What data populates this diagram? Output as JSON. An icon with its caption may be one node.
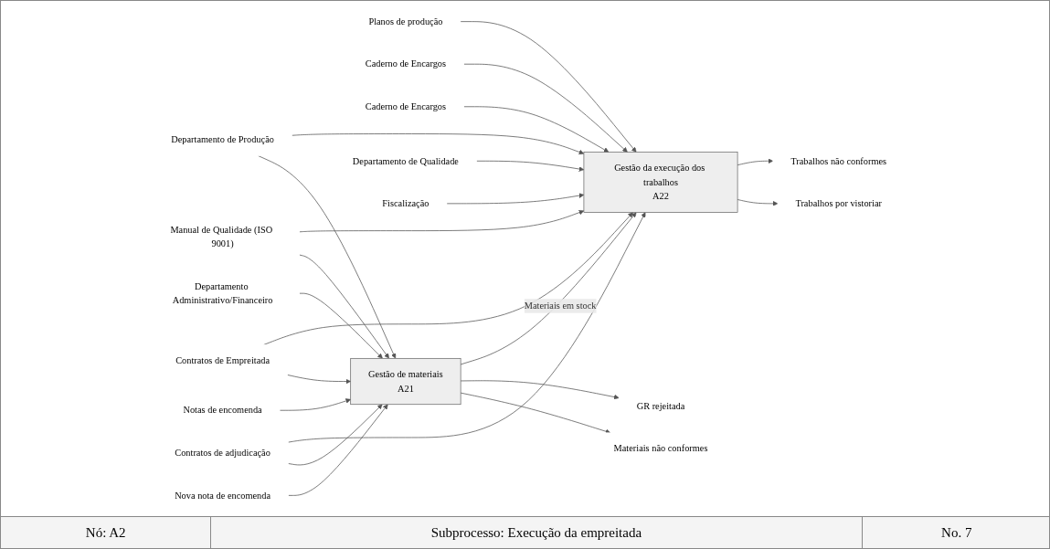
{
  "diagram": {
    "nodes": [
      {
        "text": [
          "Nova nota de encomenda"
        ]
      },
      {
        "text": [
          "Notas de encomenda"
        ]
      },
      {
        "text": [
          "Contratos de adjudicação"
        ]
      },
      {
        "text": [
          "Planos de produção"
        ]
      },
      {
        "text": [
          "Caderno de Encargos"
        ]
      },
      {
        "text": [
          "Contratos de Empreitada"
        ]
      },
      {
        "text": [
          "Manual de Qualidade (ISO 9001)"
        ]
      },
      {
        "text": [
          "Caderno de Encargos"
        ]
      },
      {
        "text": [
          "Gestão de materiais",
          "A21"
        ]
      },
      {
        "text": [
          "Gestão da execução dos trabalhos",
          "A22"
        ]
      },
      {
        "text": [
          "Materiais não conformes"
        ]
      },
      {
        "text": [
          "GR rejeitada"
        ]
      },
      {
        "text": [
          "Trabalhos por vistoriar"
        ]
      },
      {
        "text": [
          "Trabalhos não conformes"
        ]
      },
      {
        "text": [
          "Departamento Administrativo/Financeiro"
        ]
      },
      {
        "text": [
          "Departamento de Produção"
        ]
      },
      {
        "text": [
          "Departamento de Qualidade"
        ]
      },
      {
        "text": [
          "Fiscalização"
        ]
      }
    ],
    "edges": [
      {
        "from": 0,
        "to": 8,
        "arrow": "to"
      },
      {
        "from": 1,
        "to": 8,
        "arrow": "to"
      },
      {
        "from": 2,
        "to": 8,
        "arrow": "to"
      },
      {
        "from": 2,
        "to": 9,
        "arrow": "to"
      },
      {
        "from": 3,
        "to": 9,
        "arrow": "to"
      },
      {
        "from": 4,
        "to": 9,
        "arrow": "to"
      },
      {
        "from": 5,
        "to": 8,
        "arrow": "to"
      },
      {
        "from": 5,
        "to": 9,
        "arrow": "to"
      },
      {
        "from": 6,
        "to": 8,
        "arrow": "to"
      },
      {
        "from": 6,
        "to": 9,
        "arrow": "to"
      },
      {
        "from": 7,
        "to": 9,
        "arrow": "to"
      },
      {
        "from": 8,
        "to": 10,
        "arrow": "to"
      },
      {
        "from": 8,
        "to": 11,
        "arrow": "to"
      },
      {
        "from": 8,
        "to": 9,
        "arrow": "to",
        "label": "Materiais em stock"
      },
      {
        "from": 9,
        "to": 12,
        "arrow": "to"
      },
      {
        "from": 9,
        "to": 13,
        "arrow": "to"
      },
      {
        "from": 14,
        "to": 8,
        "arrow": "to"
      },
      {
        "from": 15,
        "to": 8,
        "arrow": "to"
      },
      {
        "from": 15,
        "to": 9,
        "arrow": "to"
      },
      {
        "from": 16,
        "to": 9,
        "arrow": "to"
      },
      {
        "from": 17,
        "to": 9,
        "arrow": "to"
      }
    ],
    "labels": [
      "Nó: A2",
      "Subprocesso: Execução da empreitada",
      "No. 7"
    ]
  }
}
